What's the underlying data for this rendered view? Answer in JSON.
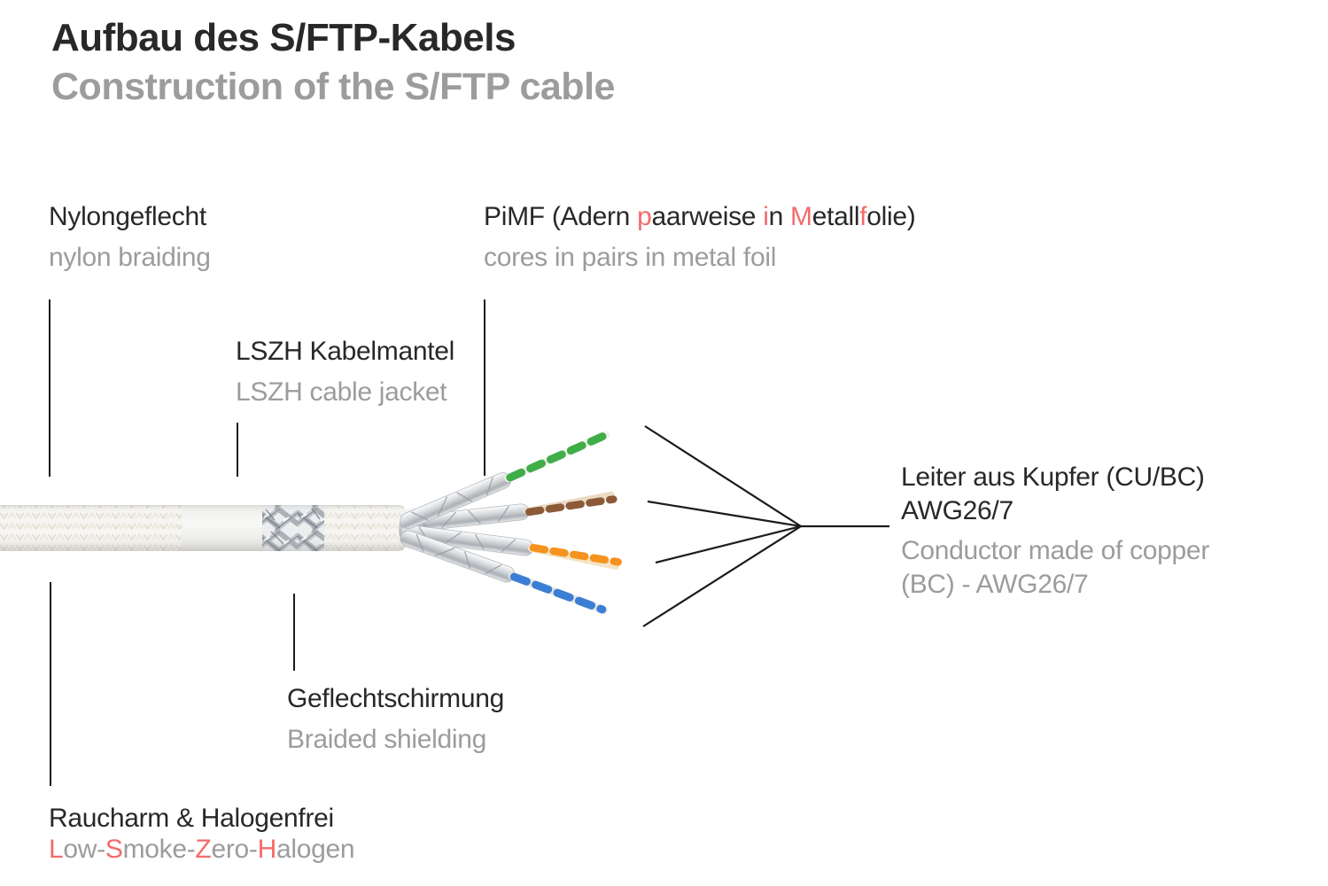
{
  "header": {
    "title_de": "Aufbau des S/FTP-Kabels",
    "title_en": "Construction of the S/FTP cable"
  },
  "labels": {
    "nylon": {
      "de": "Nylongeflecht",
      "en": "nylon braiding"
    },
    "pimf": {
      "de_segments": [
        {
          "t": "PiMF (Adern ",
          "c": "dark"
        },
        {
          "t": "p",
          "c": "red"
        },
        {
          "t": "aarweise ",
          "c": "dark"
        },
        {
          "t": "i",
          "c": "red"
        },
        {
          "t": "n ",
          "c": "dark"
        },
        {
          "t": "M",
          "c": "red"
        },
        {
          "t": "etall",
          "c": "dark"
        },
        {
          "t": "f",
          "c": "red"
        },
        {
          "t": "olie)",
          "c": "dark"
        }
      ],
      "en": "cores in pairs in metal foil"
    },
    "lszh": {
      "de": "LSZH Kabelmantel",
      "en": "LSZH cable jacket"
    },
    "conductor": {
      "de_lines": [
        "Leiter aus Kupfer (CU/BC)",
        "AWG26/7"
      ],
      "en_lines": [
        "Conductor made of copper",
        "(BC) - AWG26/7"
      ]
    },
    "braid_shield": {
      "de": "Geflechtschirmung",
      "en": "Braided shielding"
    },
    "halogen": {
      "de": "Raucharm & Halogenfrei",
      "en_segments": [
        {
          "t": "L",
          "c": "red"
        },
        {
          "t": "ow-",
          "c": "gray"
        },
        {
          "t": "S",
          "c": "red"
        },
        {
          "t": "moke-",
          "c": "gray"
        },
        {
          "t": "Z",
          "c": "red"
        },
        {
          "t": "ero-",
          "c": "gray"
        },
        {
          "t": "H",
          "c": "red"
        },
        {
          "t": "alogen",
          "c": "gray"
        }
      ]
    }
  },
  "colors": {
    "text_dark": "#282828",
    "text_gray": "#9c9c9c",
    "accent_red": "#f26b6b",
    "wire_green": "#3fae49",
    "wire_brown": "#8c5a38",
    "wire_orange": "#f6921e",
    "wire_blue": "#3a7fd5",
    "line_black": "#1b1b1b"
  },
  "diagram": {
    "wire_pairs": [
      "green-white",
      "brown-white",
      "orange-white",
      "blue-white"
    ]
  }
}
